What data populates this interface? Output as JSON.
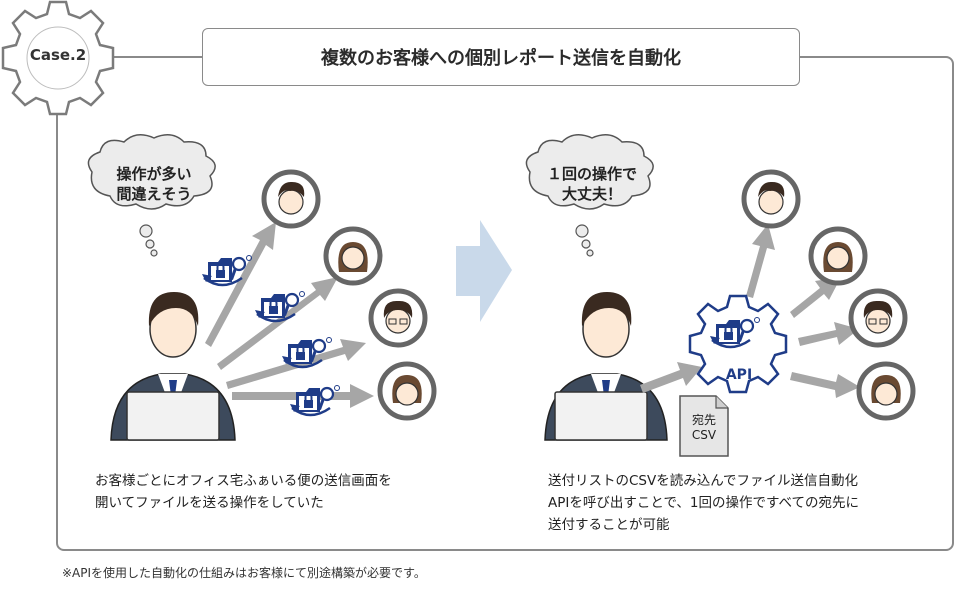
{
  "case_label": "Case.2",
  "title": "複数のお客様への個別レポート送信を自動化",
  "left": {
    "bubble_line1": "操作が多い",
    "bubble_line2": "間違えそう",
    "caption_line1": "お客様ごとにオフィス宅ふぁいる便の送信画面を",
    "caption_line2": "開いてファイルを送る操作をしていた"
  },
  "right": {
    "bubble_line1": "１回の操作で",
    "bubble_line2": "大丈夫！",
    "api_label": "API",
    "csv_line1": "宛先",
    "csv_line2": "CSV",
    "caption_line1": "送付リストのCSVを読み込んでファイル送信自動化",
    "caption_line2": "APIを呼び出すことで、1回の操作ですべての宛先に",
    "caption_line3": "送付することが可能"
  },
  "footnote": "※APIを使用した自動化の仕組みはお客様にて別途構築が必要です。",
  "colors": {
    "frame": "#8a8a8a",
    "arrow_gray": "#a6a6a6",
    "arrow_blue": "#c9d9ea",
    "navy": "#1f3c88",
    "suit": "#3d4a5c"
  },
  "icons": [
    "gear-badge",
    "thought-cloud",
    "person-avatar",
    "lock-key-icon",
    "api-gear-icon",
    "document-icon",
    "laptop"
  ]
}
